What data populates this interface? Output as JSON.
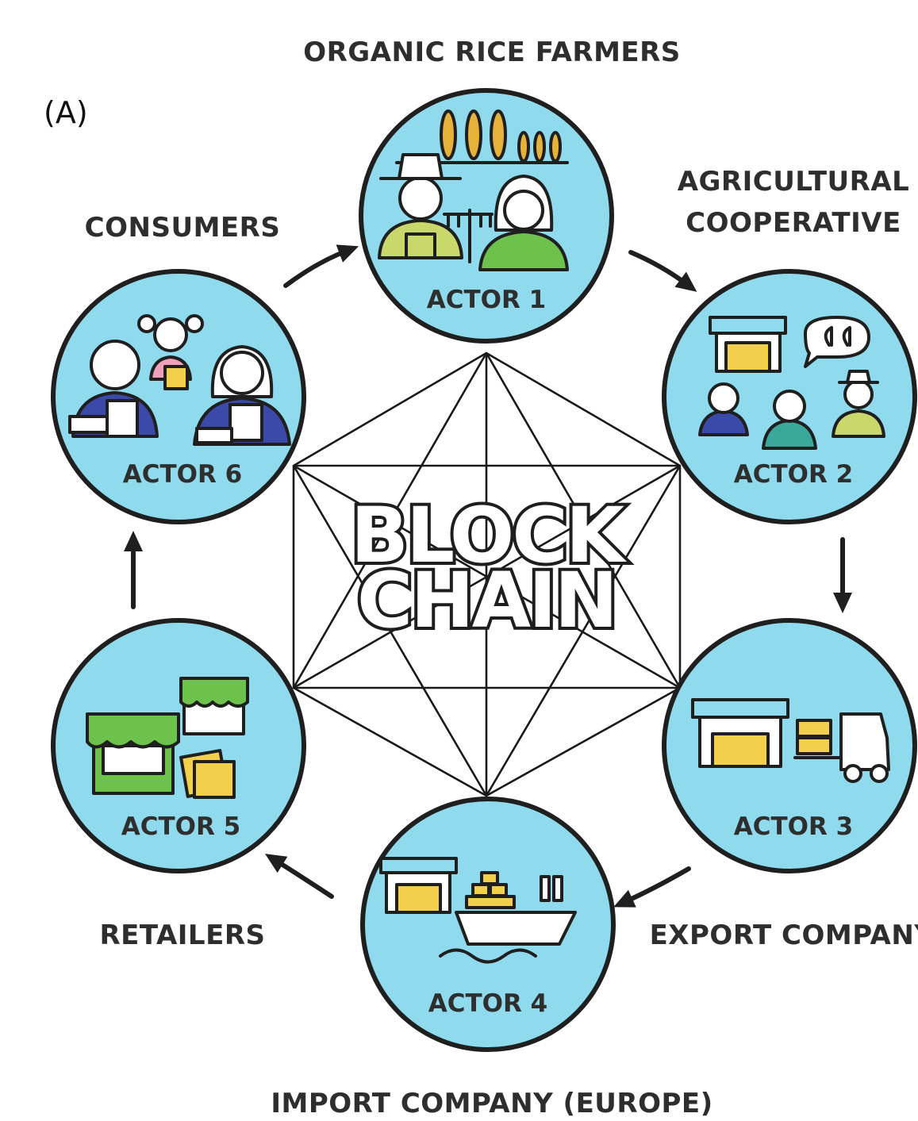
{
  "panel_label": "(A)",
  "center_title": {
    "line1": "BLOCK",
    "line2": "CHAIN"
  },
  "actors": [
    {
      "role": "ORGANIC RICE FARMERS",
      "label": "ACTOR 1"
    },
    {
      "role_line1": "AGRICULTURAL",
      "role_line2": "COOPERATIVE",
      "label": "ACTOR 2"
    },
    {
      "role": "EXPORT COMPANY",
      "label": "ACTOR 3"
    },
    {
      "role": "IMPORT COMPANY (EUROPE)",
      "label": "ACTOR 4"
    },
    {
      "role": "RETAILERS",
      "label": "ACTOR 5"
    },
    {
      "role": "CONSUMERS",
      "label": "ACTOR 6"
    }
  ],
  "colors": {
    "circle_fill": "#8fdaec",
    "outline": "#1f1f1f",
    "green": "#6cc24a",
    "yellow": "#f2d04b",
    "navy": "#3b4aa8",
    "pink": "#f0a0b8"
  }
}
